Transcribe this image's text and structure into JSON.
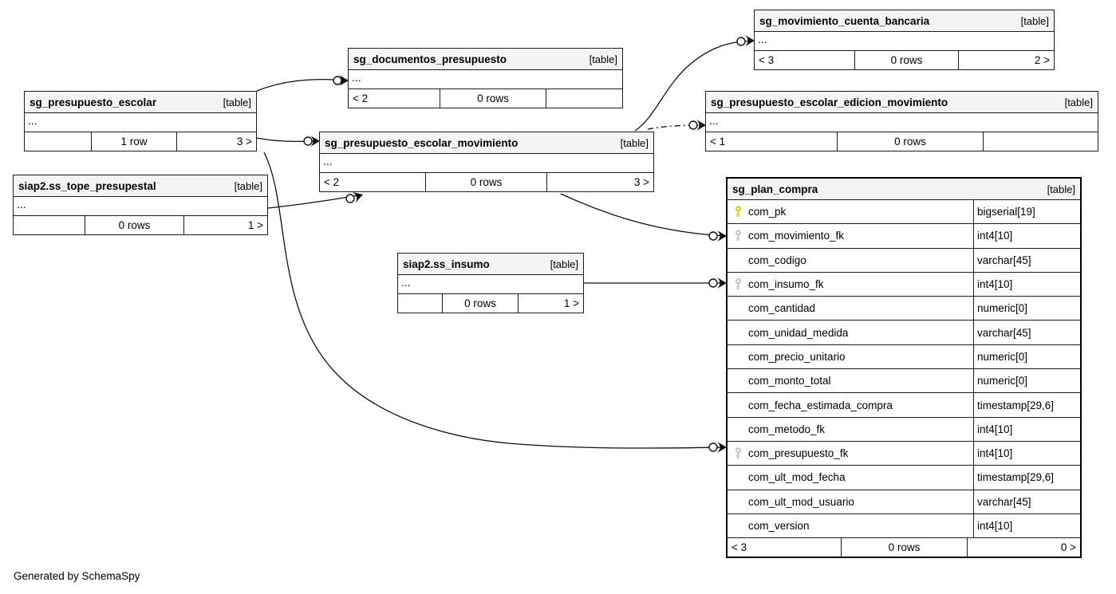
{
  "footer_note": "Generated by SchemaSpy",
  "diagram": {
    "colors": {
      "primary_key": "#d9d900",
      "foreign_key": "#c6c6c6",
      "header_bg": "#f4f4f4",
      "border": "#1c1c1c",
      "line": "#111111"
    },
    "tables": [
      {
        "id": "sg_movimiento_cuenta_bancaria",
        "name": "sg_movimiento_cuenta_bancaria",
        "tag": "[table]",
        "collapsed_columns": "...",
        "footer": {
          "left": "< 3",
          "center": "0 rows",
          "right": "2 >"
        }
      },
      {
        "id": "sg_documentos_presupuesto",
        "name": "sg_documentos_presupuesto",
        "tag": "[table]",
        "collapsed_columns": "...",
        "footer": {
          "left": "< 2",
          "center": "0 rows",
          "right": ""
        }
      },
      {
        "id": "sg_presupuesto_escolar",
        "name": "sg_presupuesto_escolar",
        "tag": "[table]",
        "collapsed_columns": "...",
        "footer": {
          "left": "",
          "center": "1 row",
          "right": "3 >"
        }
      },
      {
        "id": "sg_presupuesto_escolar_edicion_movimiento",
        "name": "sg_presupuesto_escolar_edicion_movimiento",
        "tag": "[table]",
        "collapsed_columns": "...",
        "footer": {
          "left": "< 1",
          "center": "0 rows",
          "right": ""
        }
      },
      {
        "id": "sg_presupuesto_escolar_movimiento",
        "name": "sg_presupuesto_escolar_movimiento",
        "tag": "[table]",
        "collapsed_columns": "...",
        "footer": {
          "left": "< 2",
          "center": "0 rows",
          "right": "3 >"
        }
      },
      {
        "id": "siap2_ss_tope_presupestal",
        "name": "siap2.ss_tope_presupestal",
        "tag": "[table]",
        "collapsed_columns": "...",
        "footer": {
          "left": "",
          "center": "0 rows",
          "right": "1 >"
        }
      },
      {
        "id": "siap2_ss_insumo",
        "name": "siap2.ss_insumo",
        "tag": "[table]",
        "collapsed_columns": "...",
        "footer": {
          "left": "",
          "center": "0 rows",
          "right": "1 >"
        }
      },
      {
        "id": "sg_plan_compra",
        "name": "sg_plan_compra",
        "tag": "[table]",
        "emphasized": true,
        "columns": [
          {
            "name": "com_pk",
            "key": "primary",
            "type": "bigserial[19]"
          },
          {
            "name": "com_movimiento_fk",
            "key": "foreign",
            "type": "int4[10]"
          },
          {
            "name": "com_codigo",
            "key": null,
            "type": "varchar[45]"
          },
          {
            "name": "com_insumo_fk",
            "key": "foreign",
            "type": "int4[10]"
          },
          {
            "name": "com_cantidad",
            "key": null,
            "type": "numeric[0]"
          },
          {
            "name": "com_unidad_medida",
            "key": null,
            "type": "varchar[45]"
          },
          {
            "name": "com_precio_unitario",
            "key": null,
            "type": "numeric[0]"
          },
          {
            "name": "com_monto_total",
            "key": null,
            "type": "numeric[0]"
          },
          {
            "name": "com_fecha_estimada_compra",
            "key": null,
            "type": "timestamp[29,6]"
          },
          {
            "name": "com_metodo_fk",
            "key": null,
            "type": "int4[10]"
          },
          {
            "name": "com_presupuesto_fk",
            "key": "foreign",
            "type": "int4[10]"
          },
          {
            "name": "com_ult_mod_fecha",
            "key": null,
            "type": "timestamp[29,6]"
          },
          {
            "name": "com_ult_mod_usuario",
            "key": null,
            "type": "varchar[45]"
          },
          {
            "name": "com_version",
            "key": null,
            "type": "int4[10]"
          }
        ],
        "footer": {
          "left": "< 3",
          "center": "0 rows",
          "right": "0 >"
        }
      }
    ],
    "relationships": [
      {
        "id": "r1",
        "from": "sg_presupuesto_escolar",
        "to": "sg_documentos_presupuesto",
        "style": "solid"
      },
      {
        "id": "r2",
        "from": "sg_presupuesto_escolar",
        "to": "sg_presupuesto_escolar_movimiento",
        "style": "solid"
      },
      {
        "id": "r3",
        "from": "siap2_ss_tope_presupestal",
        "to": "sg_presupuesto_escolar_movimiento",
        "style": "solid"
      },
      {
        "id": "r4",
        "from": "sg_presupuesto_escolar_movimiento",
        "to": "sg_movimiento_cuenta_bancaria",
        "style": "solid"
      },
      {
        "id": "r5",
        "from": "sg_presupuesto_escolar_movimiento",
        "to": "sg_presupuesto_escolar_edicion_movimiento",
        "style": "dashed"
      },
      {
        "id": "r6",
        "from": "sg_presupuesto_escolar_movimiento",
        "to": "sg_plan_compra.com_movimiento_fk",
        "style": "solid"
      },
      {
        "id": "r7",
        "from": "siap2_ss_insumo",
        "to": "sg_plan_compra.com_insumo_fk",
        "style": "solid"
      },
      {
        "id": "r8",
        "from": "sg_presupuesto_escolar",
        "to": "sg_plan_compra.com_presupuesto_fk",
        "style": "solid"
      }
    ]
  }
}
